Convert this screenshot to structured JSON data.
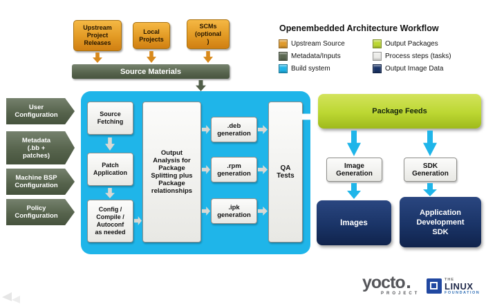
{
  "title": "Openembedded Architecture Workflow",
  "legend": {
    "items": [
      {
        "label": "Upstream Source",
        "color": "#DF9A2B"
      },
      {
        "label": "Metadata/Inputs",
        "color": "#5B6852"
      },
      {
        "label": "Build system",
        "color": "#1FB5E9"
      },
      {
        "label": "Output Packages",
        "color": "#BCD732"
      },
      {
        "label": "Process steps (tasks)",
        "color": "#ECECE9"
      },
      {
        "label": "Output Image Data",
        "color": "#1A3467"
      }
    ]
  },
  "top_sources": {
    "boxes": [
      {
        "label": "Upstream\nProject\nReleases"
      },
      {
        "label": "Local\nProjects"
      },
      {
        "label": "SCMs\n(optional\n)"
      }
    ],
    "bar_label": "Source Materials"
  },
  "inputs": [
    {
      "label": "User\nConfiguration"
    },
    {
      "label": "Metadata\n(.bb +\npatches)"
    },
    {
      "label": "Machine BSP\nConfiguration"
    },
    {
      "label": "Policy\nConfiguration"
    }
  ],
  "build_system": {
    "steps": [
      {
        "label": "Source\nFetching"
      },
      {
        "label": "Patch\nApplication"
      },
      {
        "label": "Config /\nCompile /\nAutoconf\nas needed"
      }
    ],
    "analysis_label": "Output\nAnalysis for\nPackage\nSplitting plus\nPackage\nrelationships",
    "generators": [
      {
        "label": ".deb\ngeneration"
      },
      {
        "label": ".rpm\ngeneration"
      },
      {
        "label": ".ipk\ngeneration"
      }
    ],
    "qa_label": "QA\nTests"
  },
  "outputs": {
    "package_feeds": "Package Feeds",
    "image_generation": "Image\nGeneration",
    "sdk_generation": "SDK\nGeneration",
    "images": "Images",
    "app_sdk": "Application\nDevelopment\nSDK"
  },
  "branding": {
    "yocto_name": "yocto",
    "yocto_sub": "PROJECT",
    "lf_the": "THE",
    "lf_name": "LINUX",
    "lf_sub": "FOUNDATION"
  }
}
